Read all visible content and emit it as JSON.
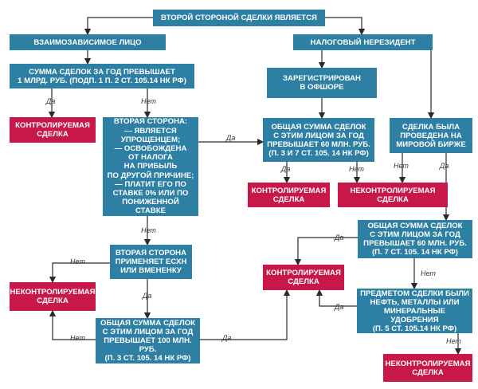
{
  "nodes": {
    "root": "Второй стороной сделки является",
    "interdependent": "Взаимозависимое лицо",
    "nonresident": "Налоговый нерезидент",
    "sum_1bln": "Сумма сделок за год превышает\n1 млрд. руб. (подп. 1 п. 2 ст. 105.14 НК РФ)",
    "controlled_1": "Контролируемая\nсделка",
    "second_side": "Вторая сторона:\n— является\nупрощенцем;\n— освобождена\nот налога\nна прибыль\nпо другой причине;\n— платит его по\nставке 0% или по\nпониженной ставке",
    "registered_offshore": "Зарегистрирован\nв офшоре",
    "sum_60mln_offshore": "Общая сумма сделок\nс этим лицом за год\nпревышает 60 млн. руб.\n(п. 3 и 7 ст. 105. 14 НК РФ)",
    "exchange": "Сделка была\nпроведена на\nмировой бирже",
    "controlled_2": "Контролируемая\nсделка",
    "uncontrolled_1": "Неконтролируемая\nсделка",
    "eshn": "Вторая сторона\nприменяет ЕСХН\nили вмененку",
    "sum_60mln_2": "Общая сумма сделок\nс этим лицом за год\nпревышает 60 млн. руб.\n(п. 7 ст. 105. 14 НК РФ)",
    "uncontrolled_2": "Неконтролируемая\nсделка",
    "controlled_3": "Контролируемая\nсделка",
    "commodities": "Предметом сделки были\nнефть, металлы или\nминеральные удобрения\n(п. 5 ст. 105.14 НК РФ)",
    "sum_100mln": "Общая сумма сделок\nс этим лицом за год\nпревышает 100 млн. руб.\n(п. 3 ст. 105. 14 НК РФ)",
    "uncontrolled_3": "Неконтролируемая\nсделка"
  },
  "labels": {
    "yes": "Да",
    "no": "Нет"
  },
  "colors": {
    "question": "#2e7fa4",
    "result_red": "#c8184a",
    "arrow": "#2a2a2a"
  }
}
